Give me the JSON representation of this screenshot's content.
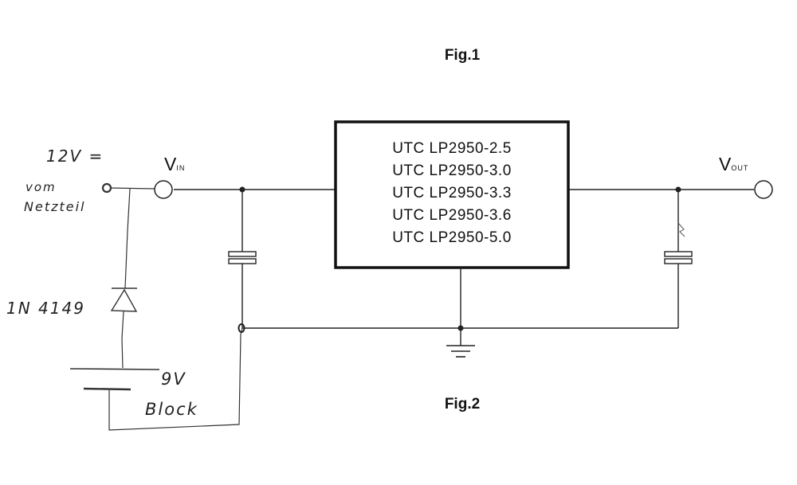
{
  "figure": {
    "fig1_label": "Fig.1",
    "fig2_label": "Fig.2"
  },
  "regulator": {
    "part_numbers": [
      "UTC LP2950-2.5",
      "UTC LP2950-3.0",
      "UTC LP2950-3.3",
      "UTC LP2950-3.6",
      "UTC LP2950-5.0"
    ]
  },
  "terminals": {
    "vin_main": "V",
    "vin_sub": "IN",
    "vout_main": "V",
    "vout_sub": "OUT"
  },
  "handwritten": {
    "supply_voltage": "12V =",
    "supply_source_line1": "vom",
    "supply_source_line2": "Netzteil",
    "diode_part": "1N 4149",
    "battery_voltage": "9V",
    "battery_type": "Block"
  }
}
